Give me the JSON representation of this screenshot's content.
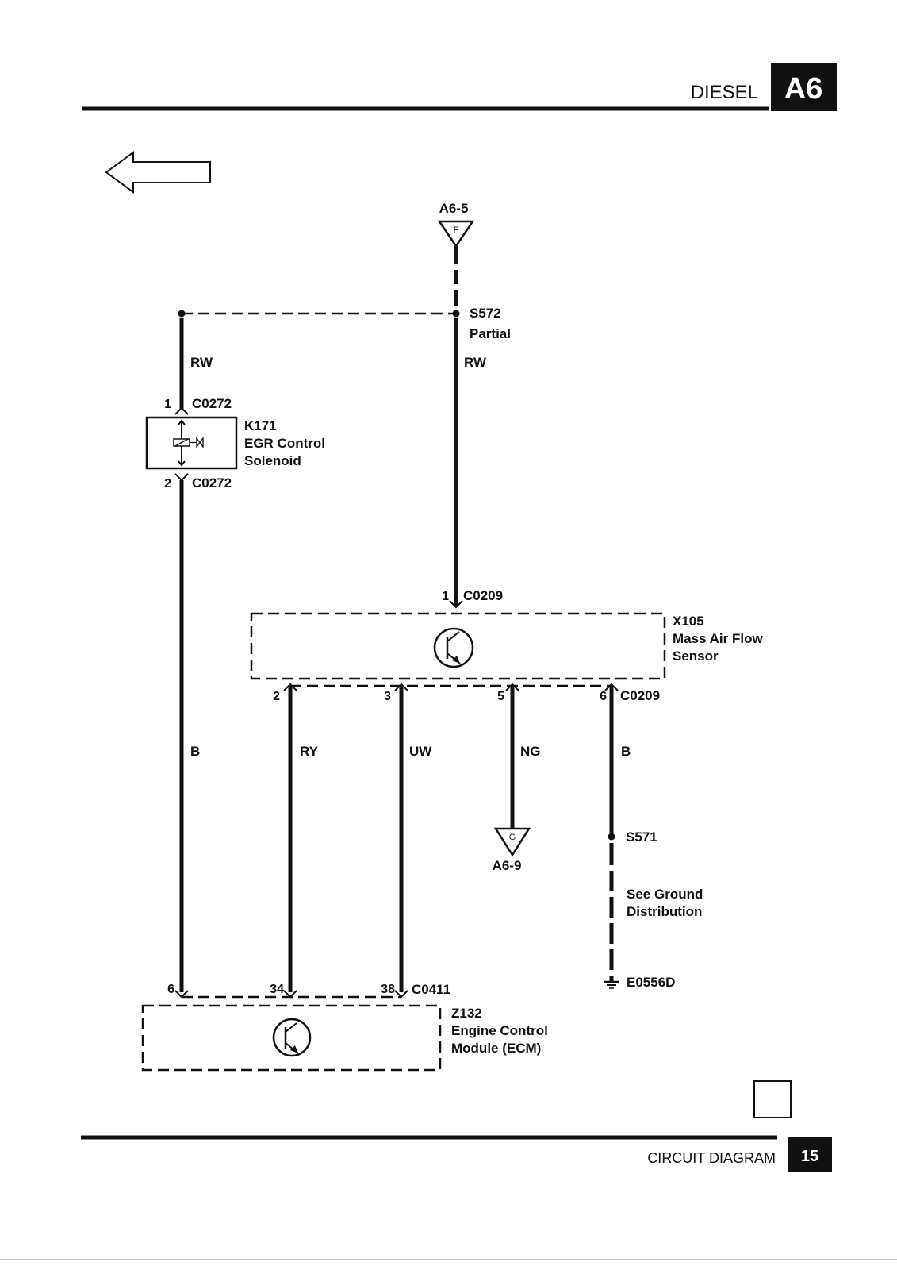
{
  "header": {
    "section_label": "DIESEL",
    "section_code": "A6"
  },
  "footer": {
    "label": "CIRCUIT DIAGRAM",
    "page_number": "15"
  },
  "references": {
    "top": {
      "name": "A6-5",
      "letter": "F"
    },
    "bottom": {
      "name": "A6-9",
      "letter": "G"
    }
  },
  "splices": {
    "s572": {
      "name": "S572",
      "note": "Partial"
    },
    "s571": {
      "name": "S571"
    }
  },
  "ground": {
    "note_line1": "See Ground",
    "note_line2": "Distribution",
    "point": "E0556D"
  },
  "components": {
    "k171": {
      "id": "K171",
      "line1": "EGR Control",
      "line2": "Solenoid"
    },
    "x105": {
      "id": "X105",
      "line1": "Mass Air Flow",
      "line2": "Sensor"
    },
    "z132": {
      "id": "Z132",
      "line1": "Engine Control",
      "line2": "Module (ECM)"
    }
  },
  "connectors": {
    "k171_pin1": {
      "pin": "1",
      "connector": "C0272"
    },
    "k171_pin2": {
      "pin": "2",
      "connector": "C0272"
    },
    "x105_pin1": {
      "pin": "1",
      "connector": "C0209"
    },
    "x105_pin2": {
      "pin": "2"
    },
    "x105_pin3": {
      "pin": "3"
    },
    "x105_pin5": {
      "pin": "5"
    },
    "x105_pin6": {
      "pin": "6",
      "connector": "C0209"
    },
    "z132_pin6": {
      "pin": "6"
    },
    "z132_pin34": {
      "pin": "34"
    },
    "z132_pin38": {
      "pin": "38",
      "connector": "C0411"
    }
  },
  "wires": {
    "rw_left": "RW",
    "rw_right": "RW",
    "b_left": "B",
    "ry": "RY",
    "uw": "UW",
    "ng": "NG",
    "b_right": "B"
  }
}
